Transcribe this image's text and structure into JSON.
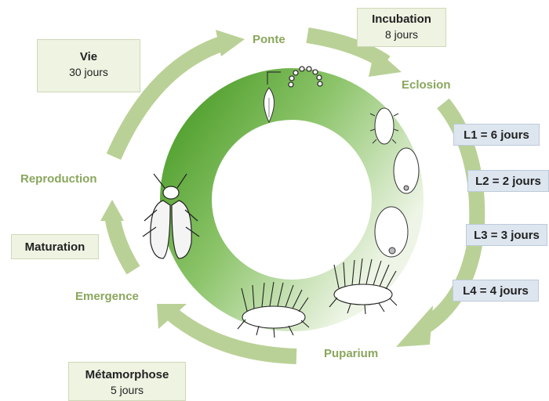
{
  "stages": {
    "ponte": "Ponte",
    "eclosion": "Eclosion",
    "reproduction": "Reproduction",
    "emergence": "Emergence",
    "puparium": "Puparium"
  },
  "boxes": {
    "vie": {
      "title": "Vie",
      "value": "30 jours"
    },
    "incubation": {
      "title": "Incubation",
      "value": "8 jours"
    },
    "maturation": {
      "title": "Maturation"
    },
    "metamorphose": {
      "title": "Métamorphose",
      "value": "5 jours"
    }
  },
  "larval_stages": [
    "L1 = 6 jours",
    "L2 = 2 jours",
    "L3 = 3 jours",
    "L4 = 4 jours"
  ],
  "colors": {
    "arrow": "#b9d196",
    "ring_dark": "#4e9e2b",
    "ring_light": "#eef5e6",
    "stage_text": "#8aa65c",
    "box_green": "#eef3e2",
    "box_blue": "#dde6ef"
  }
}
